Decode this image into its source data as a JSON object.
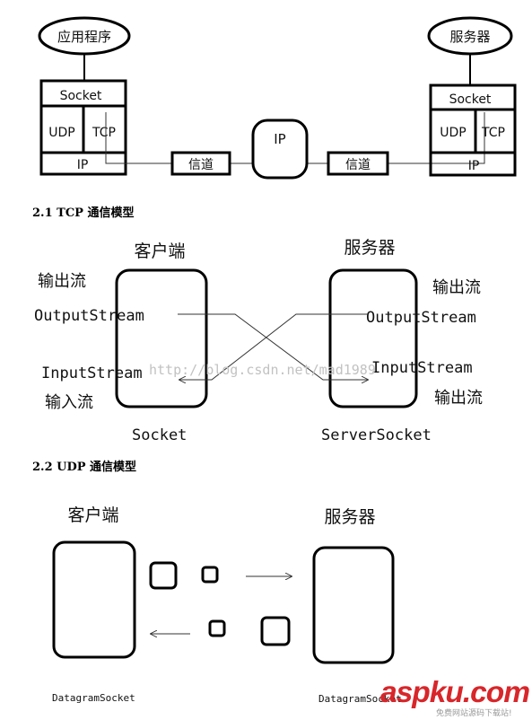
{
  "stack": {
    "client_app": "应用程序",
    "server_app": "服务器",
    "socket": "Socket",
    "udp": "UDP",
    "tcp": "TCP",
    "ip": "IP",
    "channel": "信道"
  },
  "tcp": {
    "heading": "2.1 TCP 通信模型",
    "client_title": "客户端",
    "server_title": "服务器",
    "client_out_cn": "输出流",
    "client_out": "OutputStream",
    "client_in": "InputStream",
    "client_in_cn": "输入流",
    "client_socket": "Socket",
    "server_out_cn": "输出流",
    "server_out": "OutputStream",
    "server_in": "InputStream",
    "server_in_cn": "输出流",
    "server_socket": "ServerSocket",
    "watermark": "http://blog.csdn.net/mad1989"
  },
  "udp": {
    "heading": "2.2 UDP 通信模型",
    "client_title": "客户端",
    "server_title": "服务器",
    "client_socket": "DatagramSocket",
    "server_socket": "DatagramSocket"
  },
  "logo": {
    "text": "aspku.com",
    "tagline": "免费网站源码下载站!"
  },
  "colors": {
    "logo_red": "#d8262a",
    "logo_gray": "#9a9a9a"
  }
}
